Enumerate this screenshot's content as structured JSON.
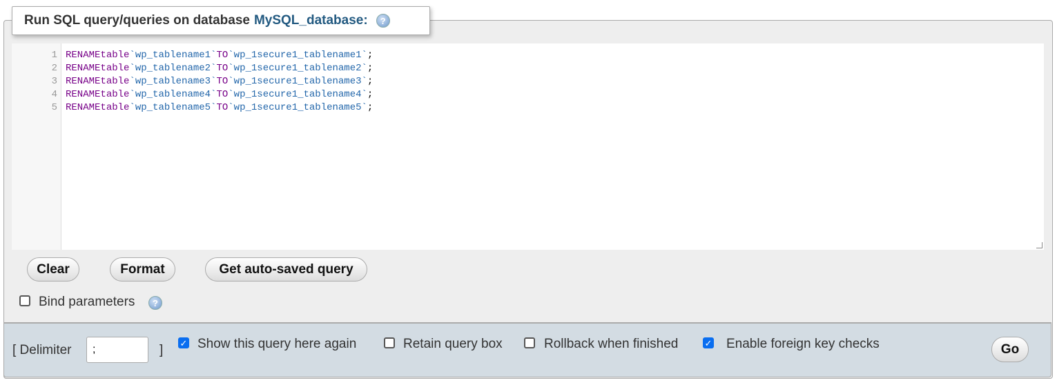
{
  "legend": {
    "prefix": "Run SQL query/queries on database",
    "database": "MySQL_database:",
    "help_icon": "help-icon"
  },
  "editor": {
    "lines": [
      {
        "num": "1",
        "kw1": "RENAME",
        "kw2": "table",
        "src": "`wp_tablename1`",
        "to": "TO",
        "dst": "`wp_1secure1_tablename1`",
        "end": ";"
      },
      {
        "num": "2",
        "kw1": "RENAME",
        "kw2": "table",
        "src": "`wp_tablename2`",
        "to": "TO",
        "dst": "`wp_1secure1_tablename2`",
        "end": ";"
      },
      {
        "num": "3",
        "kw1": "RENAME",
        "kw2": "table",
        "src": "`wp_tablename3`",
        "to": "TO",
        "dst": "`wp_1secure1_tablename3`",
        "end": ";"
      },
      {
        "num": "4",
        "kw1": "RENAME",
        "kw2": "table",
        "src": "`wp_tablename4`",
        "to": "TO",
        "dst": "`wp_1secure1_tablename4`",
        "end": ";"
      },
      {
        "num": "5",
        "kw1": "RENAME",
        "kw2": "table",
        "src": "`wp_tablename5`",
        "to": "TO",
        "dst": "`wp_1secure1_tablename5`",
        "end": ";"
      }
    ]
  },
  "buttons": {
    "clear": "Clear",
    "format": "Format",
    "autosaved": "Get auto-saved query",
    "go": "Go"
  },
  "bind_params": {
    "label": "Bind parameters",
    "checked": false
  },
  "footer": {
    "delimiter_open": "[ Delimiter",
    "delimiter_value": ";",
    "delimiter_close": "]",
    "options": [
      {
        "label": "Show this query here again",
        "checked": true
      },
      {
        "label": "Retain query box",
        "checked": false
      },
      {
        "label": "Rollback when finished",
        "checked": false
      },
      {
        "label": "Enable foreign key checks",
        "checked": true
      }
    ]
  }
}
